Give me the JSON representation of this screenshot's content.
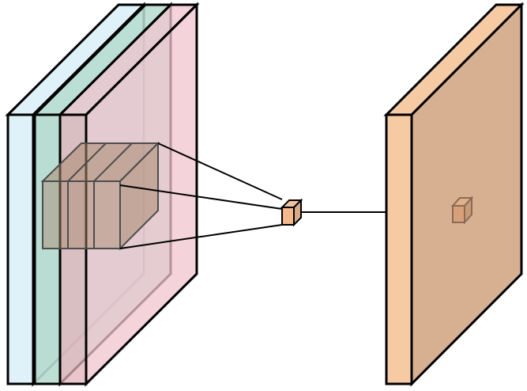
{
  "colors": {
    "layer_blue": "#dff2f9",
    "layer_green": "#b7dccf",
    "layer_pink": "#f0c4cf",
    "layer_pink_overlap": "#cfb6ad",
    "kernel": "#a98a6f",
    "output_front": "#f6cba4",
    "output_side": "#d7b091",
    "neuron": "#f3b98d",
    "stroke": "#000000"
  },
  "input_layers": [
    {
      "name": "input-channel-1",
      "color_key": "layer_blue"
    },
    {
      "name": "input-channel-2",
      "color_key": "layer_green"
    },
    {
      "name": "input-channel-3",
      "color_key": "layer_pink"
    }
  ],
  "elements": {
    "receptive_field": "receptive-field",
    "convolution_neuron": "convolution-neuron",
    "output_feature_map": "output-feature-map",
    "output_neuron": "output-neuron"
  }
}
